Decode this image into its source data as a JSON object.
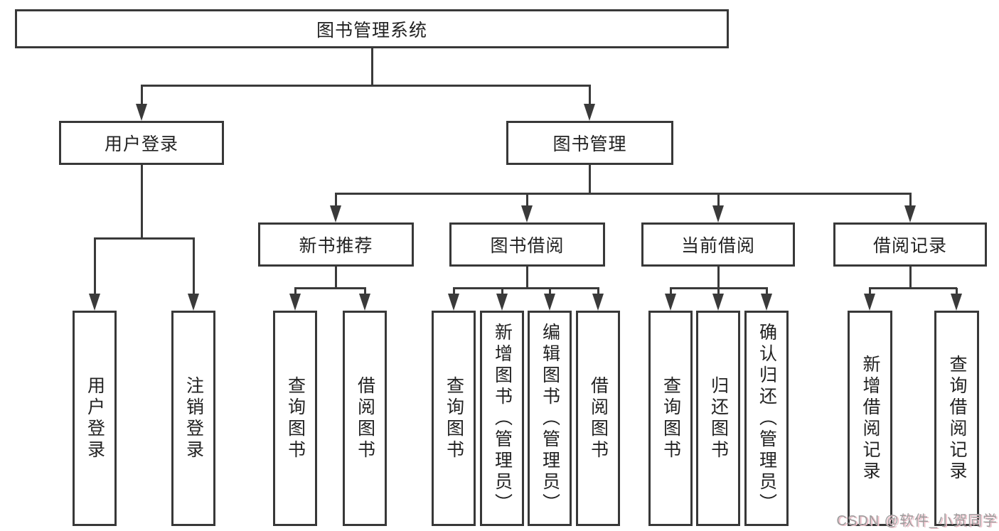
{
  "tree": {
    "root": {
      "label": "图书管理系统"
    },
    "children": [
      {
        "label": "用户登录",
        "children": [
          {
            "label": "用户登录"
          },
          {
            "label": "注销登录"
          }
        ]
      },
      {
        "label": "图书管理",
        "children": [
          {
            "label": "新书推荐",
            "children": [
              {
                "label": "查询图书"
              },
              {
                "label": "借阅图书"
              }
            ]
          },
          {
            "label": "图书借阅",
            "children": [
              {
                "label": "查询图书"
              },
              {
                "label": "新增图书（管理员）"
              },
              {
                "label": "编辑图书（管理员）"
              },
              {
                "label": "借阅图书"
              }
            ]
          },
          {
            "label": "当前借阅",
            "children": [
              {
                "label": "查询图书"
              },
              {
                "label": "归还图书"
              },
              {
                "label": "确认归还（管理员）"
              }
            ]
          },
          {
            "label": "借阅记录",
            "children": [
              {
                "label": "新增借阅记录"
              },
              {
                "label": "查询借阅记录"
              }
            ]
          }
        ]
      }
    ]
  },
  "watermark": {
    "text": "CSDN @软件_小贺同学"
  },
  "style": {
    "line_color": "#3a3a3a",
    "border_color": "#383838",
    "background": "#ffffff"
  }
}
